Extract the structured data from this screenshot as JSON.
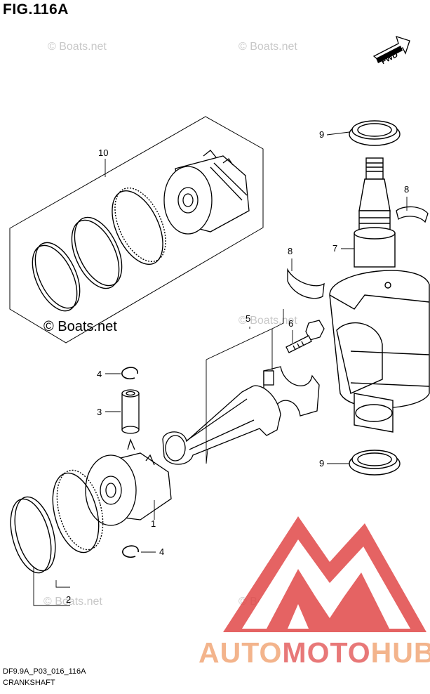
{
  "title": "FIG.116A",
  "fwd_label": "FWD",
  "watermark_text": "© Boats.net",
  "callouts": {
    "c1": "1",
    "c2": "2",
    "c3": "3",
    "c4a": "4",
    "c4b": "4",
    "c5": "5",
    "c6": "6",
    "c7": "7",
    "c8a": "8",
    "c8b": "8",
    "c9a": "9",
    "c9b": "9",
    "c10": "10"
  },
  "footer": {
    "code": "DF9.9A_P03_016_116A",
    "section": "CRANKSHAFT"
  },
  "brand": {
    "part1": "AUTO",
    "part2": "MOTO",
    "part3": "HUB"
  },
  "colors": {
    "logo_red": "#e04848",
    "logo_peach": "#f3b48c",
    "watermark": "#c8c8c8"
  }
}
